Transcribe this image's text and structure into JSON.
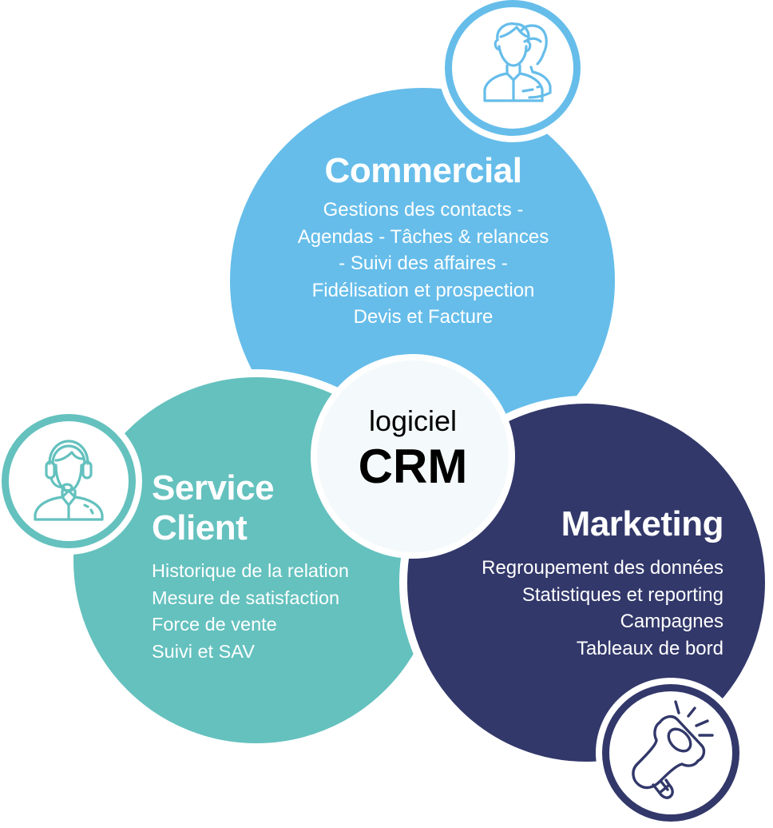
{
  "colors": {
    "commercial": "#66bdea",
    "service_client": "#64c1be",
    "marketing": "#32386a",
    "center_fill": "#f4fafb",
    "text_light": "#ffffff",
    "text_dark": "#000000"
  },
  "center": {
    "subtitle": "logiciel",
    "title": "CRM"
  },
  "sections": {
    "commercial": {
      "icon": "users-icon",
      "title": "Commercial",
      "items": [
        "Gestions des contacts -",
        "Agendas - Tâches & relances",
        "- Suivi des affaires -",
        "Fidélisation et prospection",
        "Devis et Facture"
      ]
    },
    "service_client": {
      "icon": "headset-agent-icon",
      "title_lines": [
        "Service",
        "Client"
      ],
      "items": [
        "Historique de la relation",
        "Mesure de satisfaction",
        "Force de vente",
        "Suivi et SAV"
      ]
    },
    "marketing": {
      "icon": "megaphone-icon",
      "title": "Marketing",
      "items": [
        "Regroupement des données",
        "Statistiques et reporting",
        "Campagnes",
        "Tableaux de bord"
      ]
    }
  }
}
